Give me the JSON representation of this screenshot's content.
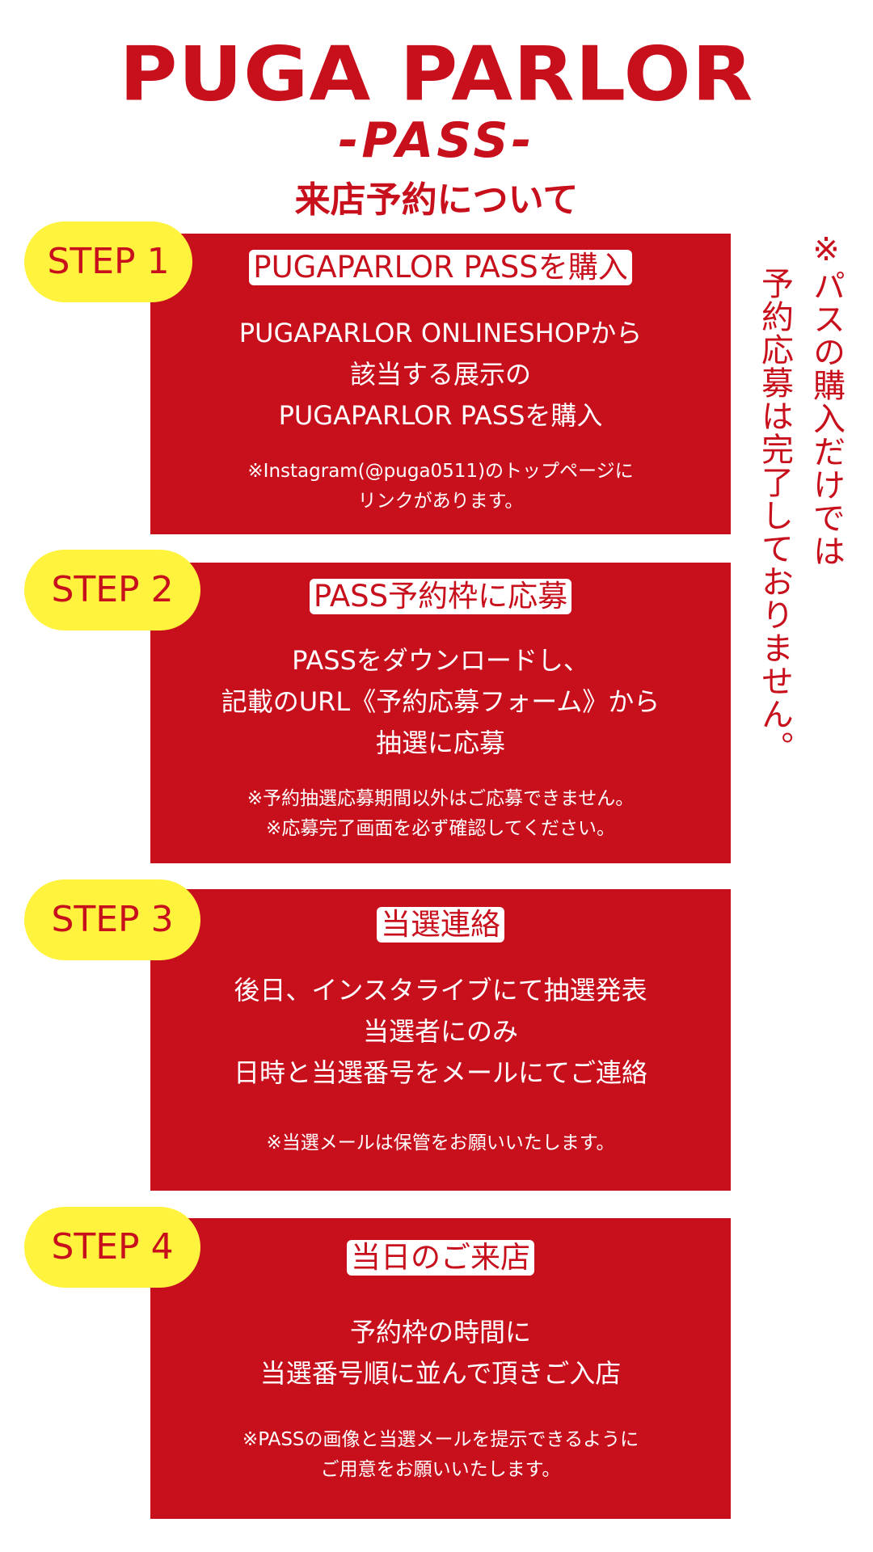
{
  "header": {
    "logo": "PUGA PARLOR",
    "pass": "-PASS-",
    "subtitle": "来店予約について"
  },
  "colors": {
    "brand_red": "#c8101d",
    "badge_yellow": "#fff33d",
    "text_white": "#ffffff"
  },
  "steps": [
    {
      "badge": "STEP 1",
      "title": "PUGAPARLOR PASSを購入",
      "body": [
        "PUGAPARLOR ONLINESHOPから",
        "該当する展示の",
        "PUGAPARLOR PASSを購入"
      ],
      "note": [
        "※Instagram(@puga0511)のトップページに",
        "リンクがあります。"
      ]
    },
    {
      "badge": "STEP 2",
      "title": "PASS予約枠に応募",
      "body": [
        "PASSをダウンロードし、",
        "記載のURL《予約応募フォーム》から",
        "抽選に応募"
      ],
      "note": [
        "※予約抽選応募期間以外はご応募できません。",
        "※応募完了画面を必ず確認してください。"
      ]
    },
    {
      "badge": "STEP 3",
      "title": "当選連絡",
      "body": [
        "後日、インスタライブにて抽選発表",
        "当選者にのみ",
        "日時と当選番号をメールにてご連絡"
      ],
      "note": [
        "※当選メールは保管をお願いいたします。"
      ]
    },
    {
      "badge": "STEP 4",
      "title": "当日のご来店",
      "body": [
        "予約枠の時間に",
        "当選番号順に並んで頂きご入店"
      ],
      "note": [
        "※PASSの画像と当選メールを提示できるように",
        "ご用意をお願いいたします。"
      ]
    }
  ],
  "side_notice": {
    "line1": "※パスの購入だけでは",
    "line2": "予約応募は完了しておりません。"
  }
}
